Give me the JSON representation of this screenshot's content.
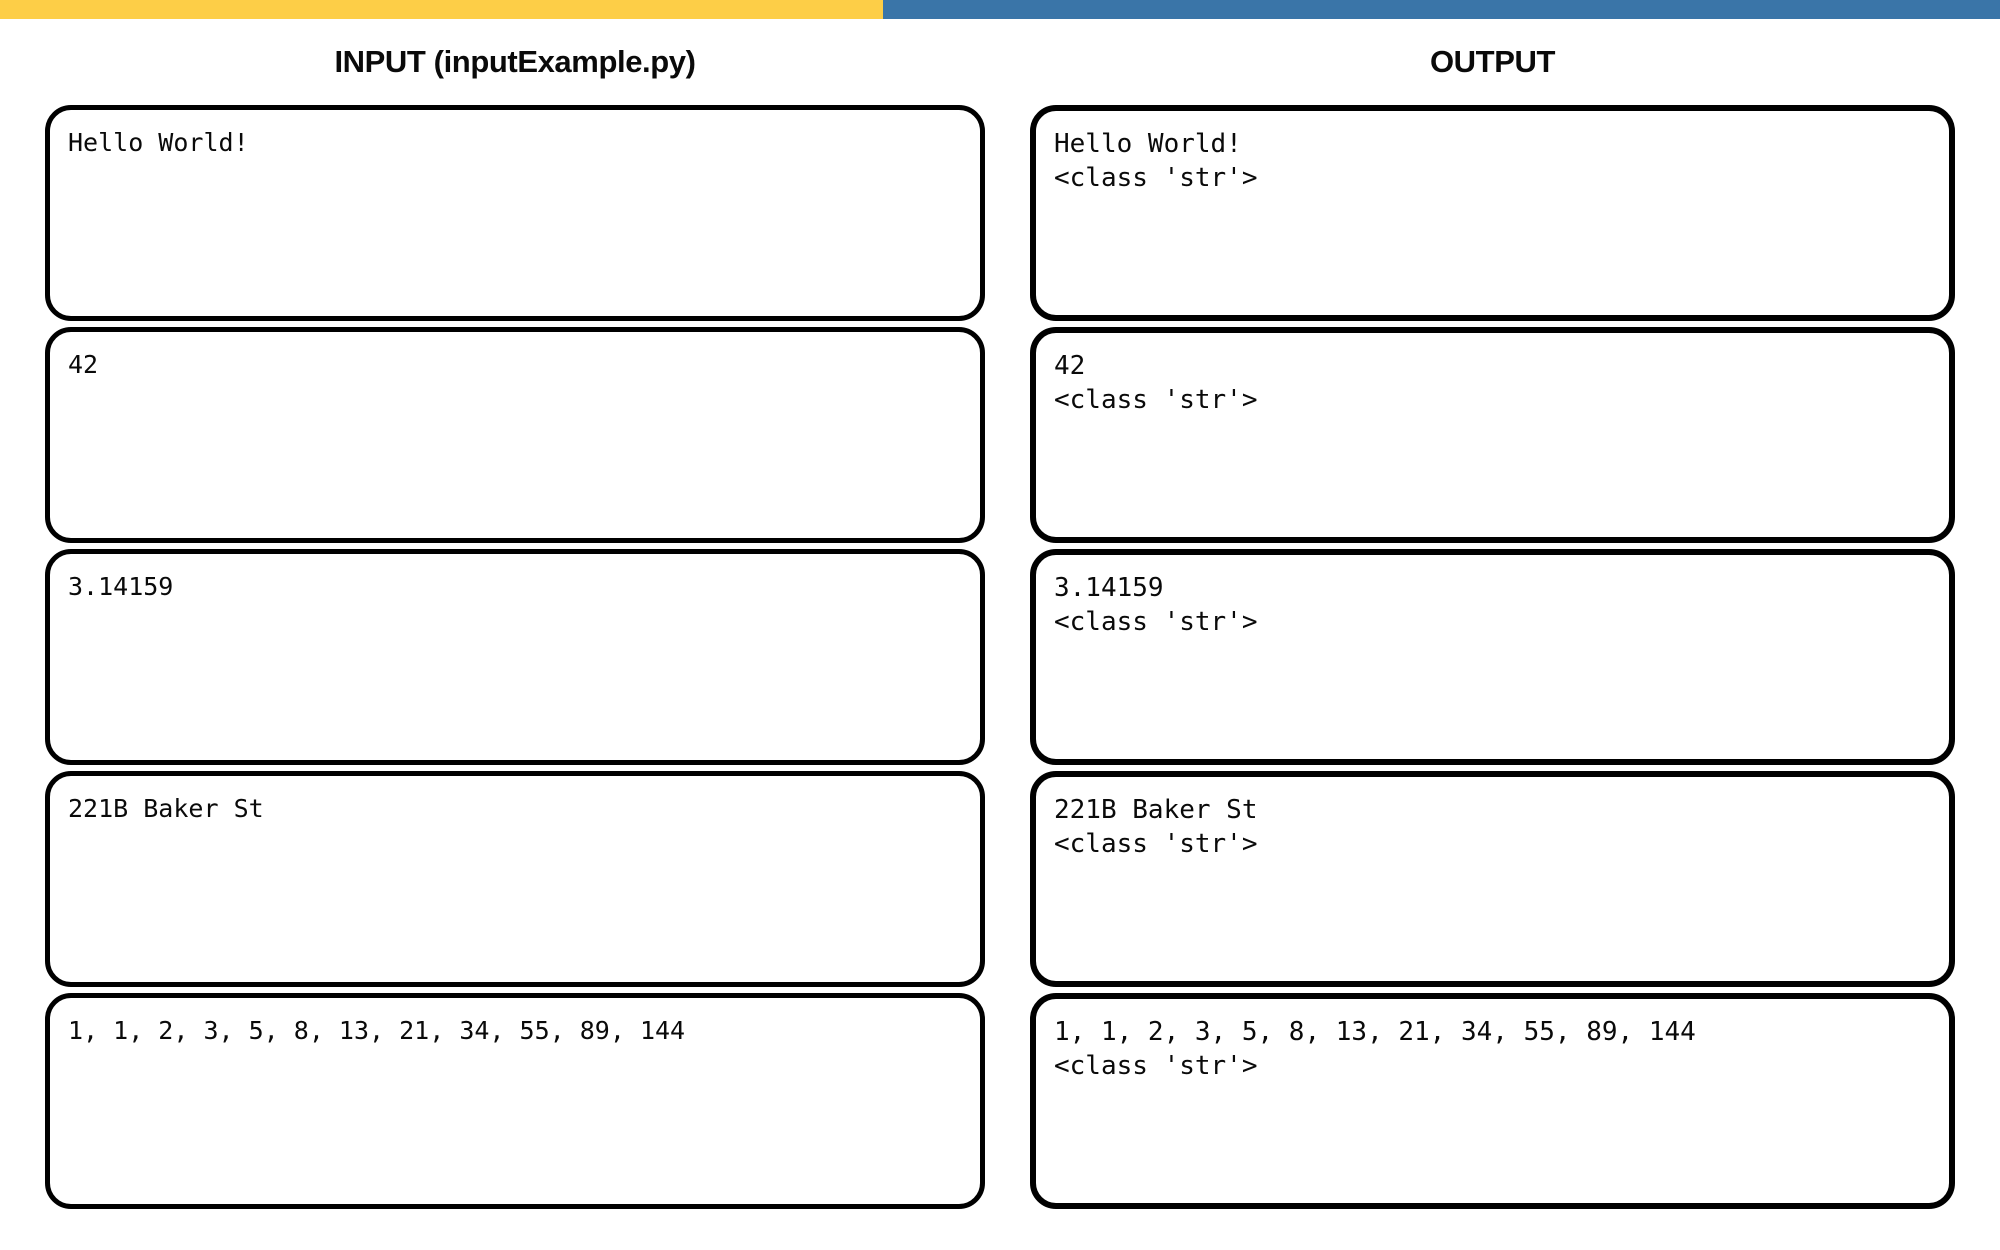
{
  "accent_bar": {
    "left_color": "#FDCE47",
    "right_color": "#3A75A8"
  },
  "headers": {
    "input": "INPUT (inputExample.py)",
    "output": "OUTPUT"
  },
  "rows": [
    {
      "input": "Hello World!",
      "output_value": "Hello World!",
      "output_type": "<class 'str'>"
    },
    {
      "input": "42",
      "output_value": "42",
      "output_type": "<class 'str'>"
    },
    {
      "input": "3.14159",
      "output_value": "3.14159",
      "output_type": "<class 'str'>"
    },
    {
      "input": "221B Baker St",
      "output_value": "221B Baker St",
      "output_type": "<class 'str'>"
    },
    {
      "input": "1, 1, 2, 3, 5, 8, 13, 21, 34, 55, 89, 144",
      "output_value": "1, 1, 2, 3, 5, 8, 13, 21, 34, 55, 89, 144",
      "output_type": "<class 'str'>"
    }
  ]
}
